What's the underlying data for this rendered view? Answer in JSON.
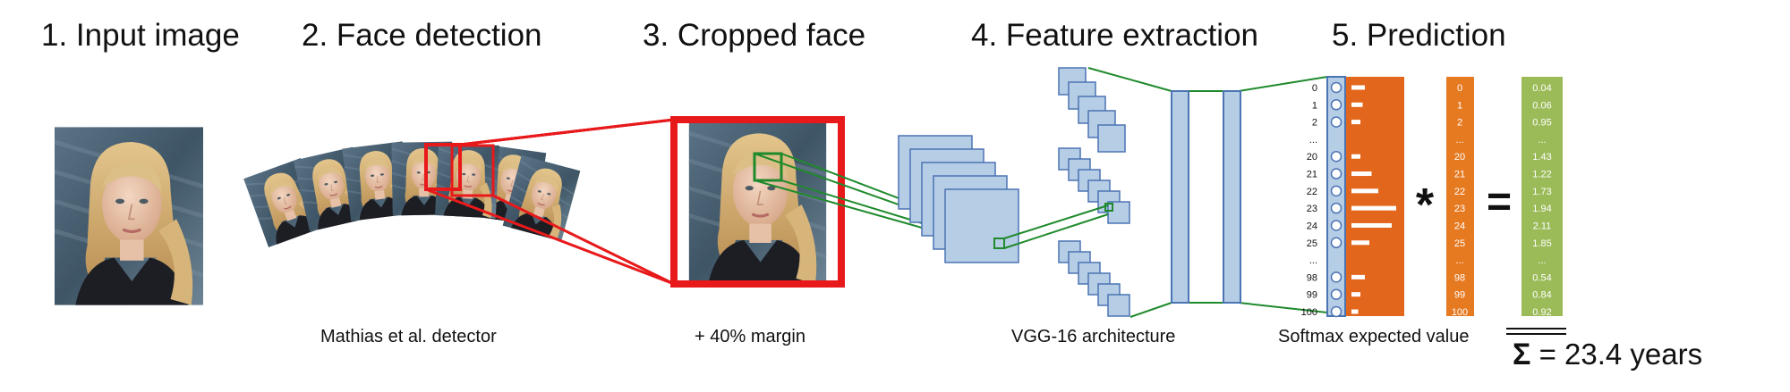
{
  "steps": {
    "input": "1. Input image",
    "detection": "2. Face detection",
    "cropped": "3. Cropped face",
    "features": "4. Feature extraction",
    "prediction": "5. Prediction"
  },
  "captions": {
    "detector": "Mathias et al. detector",
    "margin": "+ 40% margin",
    "architecture": "VGG-16 architecture",
    "softmax": "Softmax expected value"
  },
  "result": {
    "sigma": "Σ",
    "equals": "=",
    "value": "23.4 years"
  },
  "operators": {
    "multiply": "*",
    "equals": "="
  },
  "rows": [
    {
      "index": "0",
      "prob": 0.3,
      "age": "0",
      "weighted": "0.04"
    },
    {
      "index": "1",
      "prob": 0.25,
      "age": "1",
      "weighted": "0.06"
    },
    {
      "index": "2",
      "prob": 0.2,
      "age": "2",
      "weighted": "0.95"
    },
    {
      "index": "...",
      "prob": null,
      "age": "...",
      "weighted": "..."
    },
    {
      "index": "20",
      "prob": 0.2,
      "age": "20",
      "weighted": "1.43"
    },
    {
      "index": "21",
      "prob": 0.45,
      "age": "21",
      "weighted": "1.22"
    },
    {
      "index": "22",
      "prob": 0.6,
      "age": "22",
      "weighted": "1.73"
    },
    {
      "index": "23",
      "prob": 1.0,
      "age": "23",
      "weighted": "1.94"
    },
    {
      "index": "24",
      "prob": 0.9,
      "age": "24",
      "weighted": "2.11"
    },
    {
      "index": "25",
      "prob": 0.4,
      "age": "25",
      "weighted": "1.85"
    },
    {
      "index": "...",
      "prob": null,
      "age": "...",
      "weighted": "..."
    },
    {
      "index": "98",
      "prob": 0.3,
      "age": "98",
      "weighted": "0.54"
    },
    {
      "index": "99",
      "prob": 0.2,
      "age": "99",
      "weighted": "0.84"
    },
    {
      "index": "100",
      "prob": 0.15,
      "age": "100",
      "weighted": "0.92"
    }
  ],
  "colors": {
    "detect_red": "#e8191b",
    "feature_green": "#1f8a2c",
    "layer_blue": "#b6cde6",
    "layer_edge": "#4b74b3",
    "softmax_orange": "#e2661b",
    "age_orange": "#e67a21",
    "result_green": "#9bbb59"
  },
  "icons": {
    "photo": "woman-portrait-photo"
  }
}
